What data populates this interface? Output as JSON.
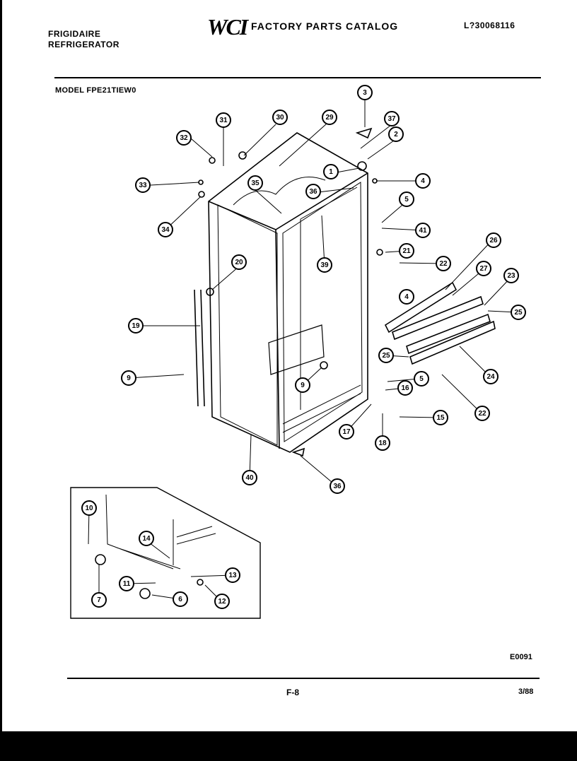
{
  "header": {
    "brand": "FRIGIDAIRE",
    "product": "REFRIGERATOR",
    "logo": "WCI",
    "catalog_title": "FACTORY PARTS CATALOG",
    "catalog_number": "L?30068116",
    "model": "MODEL FPE21TIEW0"
  },
  "footer": {
    "diagram_code": "E0091",
    "page_number": "F-8",
    "date": "3/88"
  },
  "callouts": [
    "32",
    "31",
    "30",
    "29",
    "37",
    "3",
    "2",
    "1",
    "4",
    "33",
    "35",
    "36",
    "34",
    "5",
    "41",
    "21",
    "22",
    "39",
    "20",
    "4",
    "26",
    "27",
    "23",
    "25",
    "19",
    "25",
    "24",
    "9",
    "9",
    "5",
    "16",
    "22",
    "15",
    "17",
    "18",
    "40",
    "36",
    "10",
    "14",
    "13",
    "11",
    "6",
    "7",
    "12"
  ],
  "colors": {
    "ink": "#000000",
    "paper": "#ffffff"
  }
}
